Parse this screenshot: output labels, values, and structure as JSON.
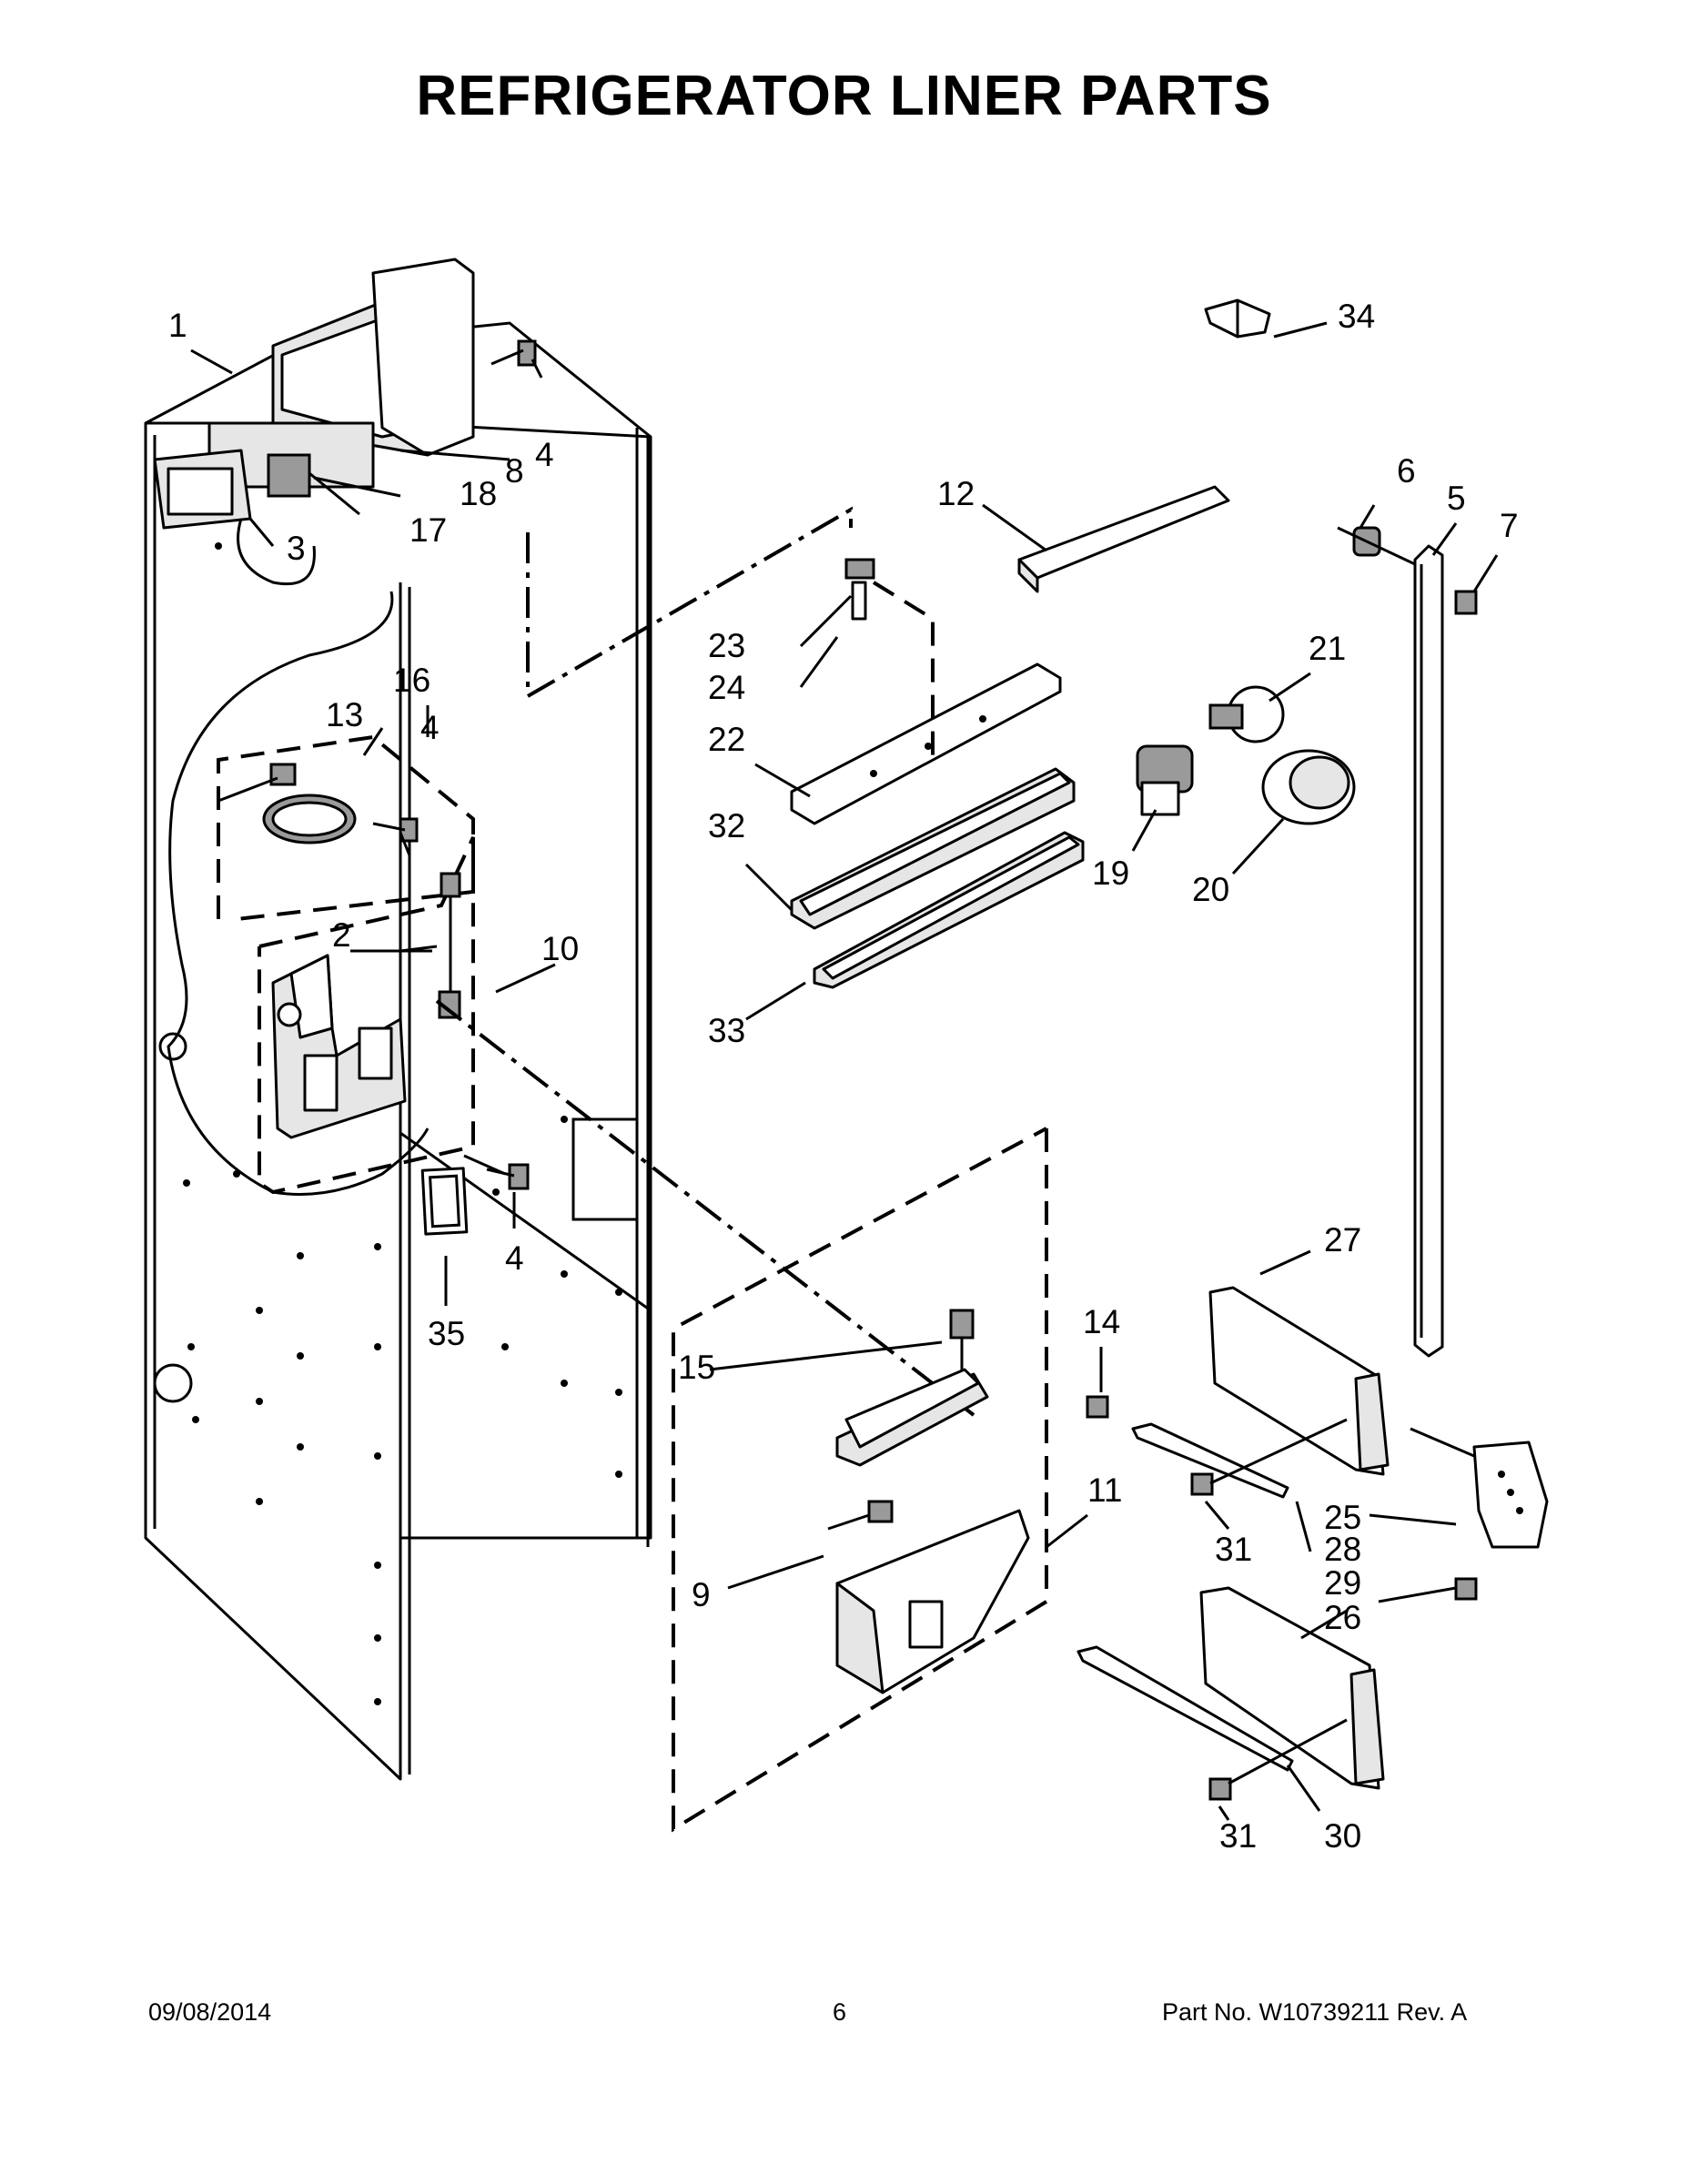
{
  "title": "REFRIGERATOR LINER PARTS",
  "callouts": {
    "c1": "1",
    "c2": "2",
    "c3": "3",
    "c4a": "4",
    "c4b": "4",
    "c4c": "4",
    "c5": "5",
    "c6": "6",
    "c7": "7",
    "c8": "8",
    "c9": "9",
    "c10": "10",
    "c11": "11",
    "c12": "12",
    "c13": "13",
    "c14": "14",
    "c15": "15",
    "c16": "16",
    "c17": "17",
    "c18": "18",
    "c19": "19",
    "c20": "20",
    "c21": "21",
    "c22": "22",
    "c23": "23",
    "c24": "24",
    "c25": "25",
    "c26": "26",
    "c27": "27",
    "c28": "28",
    "c29": "29",
    "c30": "30",
    "c31a": "31",
    "c31b": "31",
    "c32": "32",
    "c33": "33",
    "c34": "34",
    "c35": "35"
  },
  "footer": {
    "date": "09/08/2014",
    "page": "6",
    "part_no": "Part No.  W10739211  Rev.  A"
  }
}
